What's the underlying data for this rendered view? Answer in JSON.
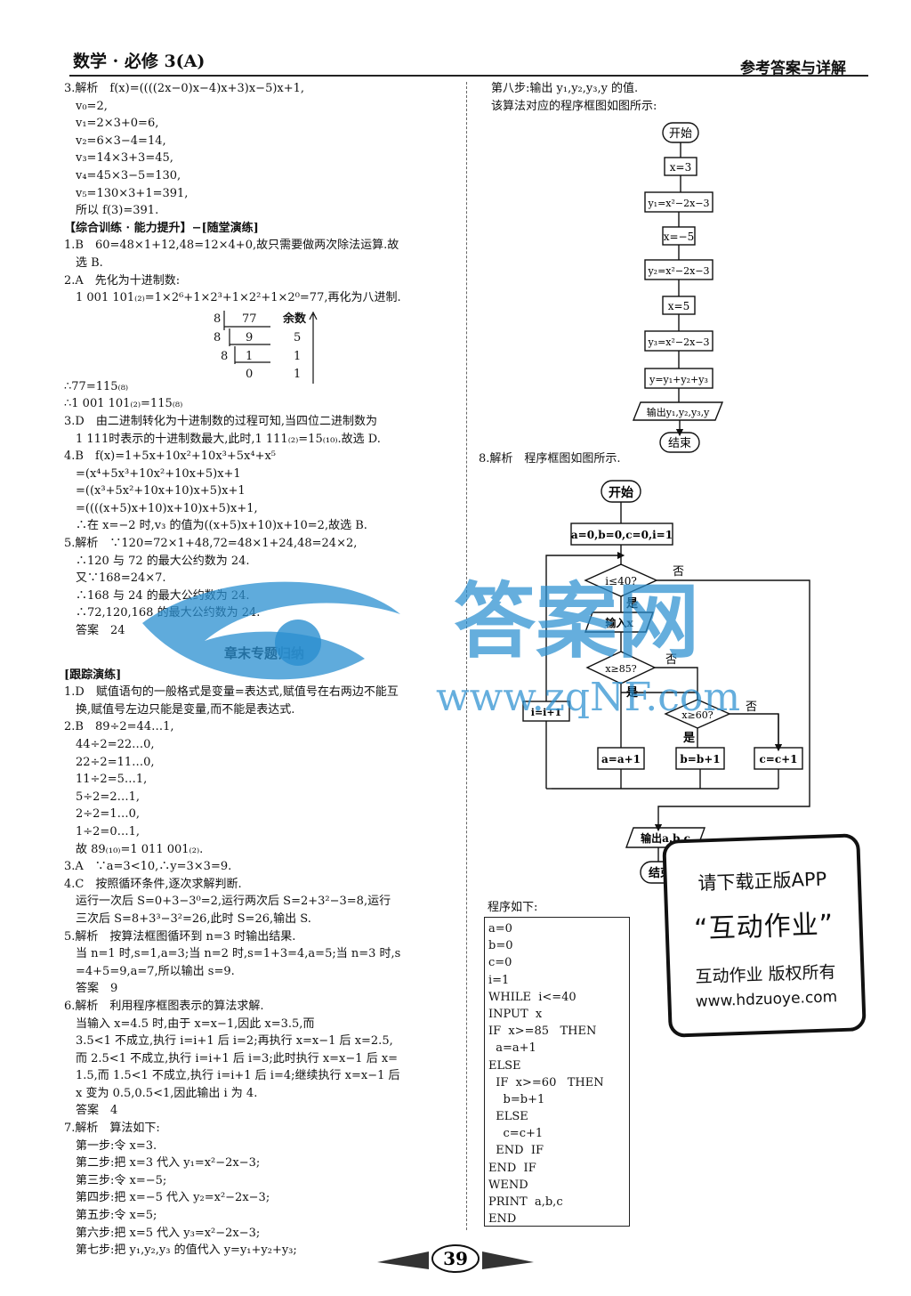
{
  "header": {
    "left": "数学 · 必修 3(A)",
    "right": "参考答案与详解"
  },
  "left_column_a": [
    "3.解析　f(x)=((((2x−0)x−4)x+3)x−5)x+1,",
    "　v₀=2,",
    "　v₁=2×3+0=6,",
    "　v₂=6×3−4=14,",
    "　v₃=14×3+3=45,",
    "　v₄=45×3−5=130,",
    "　v₅=130×3+1=391,",
    "　所以 f(3)=391.",
    "【综合训练 · 能力提升】−[随堂演练]",
    "1.B　60=48×1+12,48=12×4+0,故只需要做两次除法运算.故",
    "　选 B.",
    "2.A　先化为十进制数:",
    "　1 001 101₍₂₎=1×2⁶+1×2³+1×2²+1×2⁰=77,再化为八进制."
  ],
  "division_table": {
    "base": "8",
    "header": "余数",
    "quotients": [
      "77",
      "9",
      "1",
      "0"
    ],
    "remainders": [
      "5",
      "1",
      "1"
    ]
  },
  "left_column_b": [
    "∴77=115₍₈₎",
    "∴1 001 101₍₂₎=115₍₈₎",
    "3.D　由二进制转化为十进制数的过程可知,当四位二进制数为",
    "　1 111时表示的十进制数最大,此时,1 111₍₂₎=15₍₁₀₎.故选 D.",
    "4.B　f(x)=1+5x+10x²+10x³+5x⁴+x⁵",
    "　=(x⁴+5x³+10x²+10x+5)x+1",
    "　=((x³+5x²+10x+10)x+5)x+1",
    "　=((((x+5)x+10)x+10)x+5)x+1,",
    "　∴在 x=−2 时,v₃ 的值为((x+5)x+10)x+10=2,故选 B.",
    "5.解析　∵120=72×1+48,72=48×1+24,48=24×2,",
    "　∴120 与 72 的最大公约数为 24.",
    "　又∵168=24×7.",
    "　∴168 与 24 的最大公约数为 24.",
    "　∴72,120,168 的最大公约数为 24.",
    "　答案　24"
  ],
  "section_title": "章末专题归纳",
  "left_column_c": [
    "[跟踪演练]",
    "1.D　赋值语句的一般格式是变量=表达式,赋值号在右两边不能互",
    "　换,赋值号左边只能是变量,而不能是表达式.",
    "2.B　89÷2=44…1,",
    "　44÷2=22…0,",
    "　22÷2=11…0,",
    "　11÷2=5…1,",
    "　5÷2=2…1,",
    "　2÷2=1…0,",
    "　1÷2=0…1,",
    "　故 89₍₁₀₎=1 011 001₍₂₎.",
    "3.A　∵a=3<10,∴y=3×3=9.",
    "4.C　按照循环条件,逐次求解判断.",
    "　运行一次后 S=0+3−3⁰=2,运行两次后 S=2+3²−3=8,运行",
    "　三次后 S=8+3³−3²=26,此时 S=26,输出 S.",
    "5.解析　按算法框图循环到 n=3 时输出结果.",
    "　当 n=1 时,s=1,a=3;当 n=2 时,s=1+3=4,a=5;当 n=3 时,s",
    "　=4+5=9,a=7,所以输出 s=9.",
    "　答案　9",
    "6.解析　利用程序框图表示的算法求解.",
    "　当输入 x=4.5 时,由于 x=x−1,因此 x=3.5,而",
    "　3.5<1 不成立,执行 i=i+1 后 i=2;再执行 x=x−1 后 x=2.5,",
    "　而 2.5<1 不成立,执行 i=i+1 后 i=3;此时执行 x=x−1 后 x=",
    "　1.5,而 1.5<1 不成立,执行 i=i+1 后 i=4;继续执行 x=x−1 后",
    "　x 变为 0.5,0.5<1,因此输出 i 为 4.",
    "　答案　4",
    "7.解析　算法如下:",
    "　第一步:令 x=3.",
    "　第二步:把 x=3 代入 y₁=x²−2x−3;",
    "　第三步:令 x=−5;",
    "　第四步:把 x=−5 代入 y₂=x²−2x−3;",
    "　第五步:令 x=5;",
    "　第六步:把 x=5 代入 y₃=x²−2x−3;",
    "　第七步:把 y₁,y₂,y₃ 的值代入 y=y₁+y₂+y₃;"
  ],
  "right_column_top": [
    "第八步:输出 y₁,y₂,y₃,y 的值.",
    "该算法对应的程序框图如图所示:"
  ],
  "flow1": {
    "start": "开始",
    "s1": "x=3",
    "s2": "y₁=x²−2x−3",
    "s3": "x=−5",
    "s4": "y₂=x²−2x−3",
    "s5": "x=5",
    "s6": "y₃=x²−2x−3",
    "s7": "y=y₁+y₂+y₃",
    "out": "输出y₁,y₂,y₃,y",
    "end": "结束"
  },
  "q8_label": "8.解析　程序框图如图所示.",
  "flow2": {
    "start": "开始",
    "init": "a=0,b=0,c=0,i=1",
    "cond1": "i≤40?",
    "no1": "否",
    "yes1": "是",
    "input": "输入x",
    "cond2": "x≥85?",
    "no2": "否",
    "yes2": "是",
    "inc": "i=i+1",
    "cond3": "x≥60?",
    "no3": "否",
    "yes3": "是",
    "a": "a=a+1",
    "b": "b=b+1",
    "c": "c=c+1",
    "out": "输出a,b,c",
    "end": "结束"
  },
  "code_label": "程序如下:",
  "code": [
    "a=0",
    "b=0",
    "c=0",
    "i=1",
    "WHILE  i<=40",
    "INPUT  x",
    "IF  x>=85   THEN",
    "  a=a+1",
    "ELSE",
    "  IF  x>=60   THEN",
    "    b=b+1",
    "  ELSE",
    "    c=c+1",
    "  END  IF",
    "END  IF",
    "WEND",
    "PRINT  a,b,c",
    "END"
  ],
  "stamp": {
    "l1": "请下载正版APP",
    "l2": "“互动作业”",
    "l3": "互动作业 版权所有",
    "l4": "www.hdzuoye.com"
  },
  "watermark": {
    "text": "答案网",
    "url": "www.zqNF.com",
    "color": "#2a8fd0"
  },
  "page_number": "39"
}
